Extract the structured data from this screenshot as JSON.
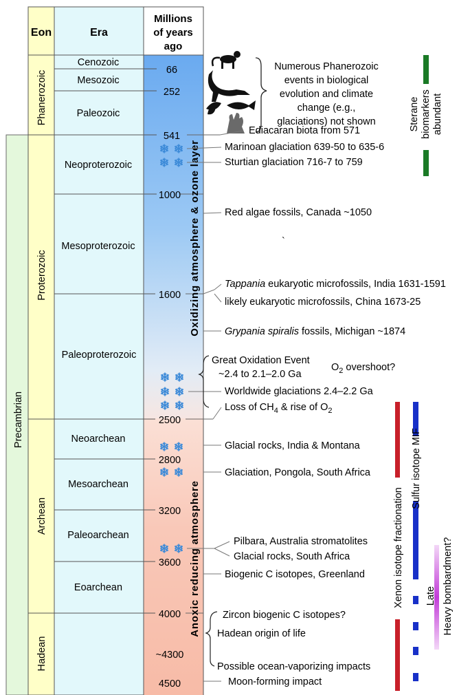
{
  "headers": {
    "eon": "Eon",
    "era": "Era",
    "mya": [
      "Millions",
      "of years",
      "ago"
    ]
  },
  "supereon": "Precambrian",
  "eons": {
    "phanerozoic": "Phanerozoic",
    "proterozoic": "Proterozoic",
    "archean": "Archean",
    "hadean": "Hadean"
  },
  "eras": {
    "cenozoic": "Cenozoic",
    "mesozoic": "Mesozoic",
    "paleozoic": "Paleozoic",
    "neoproterozoic": "Neoproterozoic",
    "mesoproterozoic": "Mesoproterozoic",
    "paleoproterozoic": "Paleoproterozoic",
    "neoarchean": "Neoarchean",
    "mesoarchean": "Mesoarchean",
    "paleoarchean": "Paleoarchean",
    "eoarchean": "Eoarchean"
  },
  "boundaries": {
    "b66": "66",
    "b252": "252",
    "b541": "541",
    "b1000": "1000",
    "b1600": "1600",
    "b2500": "2500",
    "b2800": "2800",
    "b3200": "3200",
    "b3600": "3600",
    "b4000": "4000",
    "b4300": "~4300",
    "b4500": "4500"
  },
  "atmosphere": {
    "oxidizing": "Oxidizing atmosphere & ozone layer",
    "anoxic": "Anoxic reducing atmosphere"
  },
  "phanerozoic_note": [
    "Numerous Phanerozoic",
    "events in biological",
    "evolution and climate",
    "change (e.g.,",
    "glaciations) not shown"
  ],
  "events": {
    "ediacaran": "Ediacaran biota from 571",
    "marinoan": "Marinoan glaciation 639-50 to 635-6",
    "sturtian": "Sturtian glaciation 716-7 to 759",
    "red_algae": "Red algae fossils, Canada ~1050",
    "stray_mark": "`",
    "tappania_italic": "Tappania",
    "tappania_rest": " eukaryotic microfossils, India 1631-1591",
    "china": "likely eukaryotic microfossils, China 1673-25",
    "grypania_italic": "Grypania spiralis",
    "grypania_rest": " fossils, Michigan ~1874",
    "goe": [
      "Great Oxidation Event",
      "~2.4 to 2.1–2.0 Ga"
    ],
    "o2_overshoot_pre": "O",
    "o2_overshoot_sub": "2",
    "o2_overshoot_post": " overshoot?",
    "worldwide": "Worldwide glaciations 2.4–2.2 Ga",
    "ch4_a": "Loss of CH",
    "ch4_sub1": "4",
    "ch4_b": " & rise of O",
    "ch4_sub2": "2",
    "india_montana": "Glacial rocks, India & Montana",
    "pongola": "Glaciation, Pongola, South Africa",
    "pilbara": "Pilbara, Australia stromatolites",
    "sa_glacial": "Glacial rocks, South Africa",
    "greenland": "Biogenic C isotopes, Greenland",
    "zircon": "Zircon biogenic C isotopes?",
    "hadean_life": "Hadean origin of life",
    "ocean_vapor": "Possible ocean-vaporizing impacts",
    "moon": "Moon-forming impact"
  },
  "markers": {
    "sterane": [
      "Sterane",
      "biomarkers",
      "abundant"
    ],
    "xenon": "Xenon isotope fractionation",
    "sulfur": "Sulfur isotope MIF",
    "lhb": [
      "Late",
      "Heavy bombardment?"
    ]
  },
  "colors": {
    "eon_fill": "#ffffc8",
    "era_fill": "#e2f8fb",
    "precambrian_fill": "#e4f8dc",
    "oxic_top": "#6aaaf0",
    "oxic_bottom": "#deecfa",
    "anoxic": "#f9c6b6",
    "green_bar": "#1a7a26",
    "red_bar": "#c8202a",
    "blue_bar": "#1830c8",
    "purple_bar": "#c23cd8",
    "snowflake": "#3c8ad8"
  }
}
